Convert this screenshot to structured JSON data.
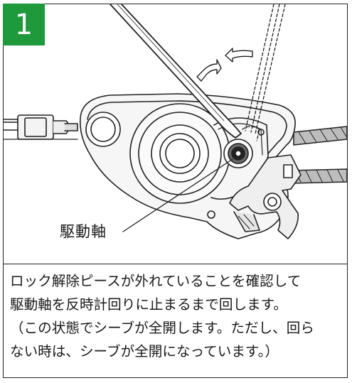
{
  "step": {
    "number": "1",
    "badge_color": "#1e9a3c"
  },
  "illustration": {
    "part_label": "駆動軸",
    "icons": [
      "lever-handle",
      "rotation-arrow-left",
      "rotation-arrow-top",
      "chain-strap",
      "rope",
      "drive-shaft",
      "gear-housing",
      "pawl-lock"
    ]
  },
  "caption": {
    "lines": [
      "ロック解除ピースが外れていることを確認して",
      "駆動軸を反時計回りに止まるまで回します。",
      "（この状態でシーブが全開します。ただし、回ら",
      "ない時は、シーブが全開になっています。）"
    ]
  }
}
